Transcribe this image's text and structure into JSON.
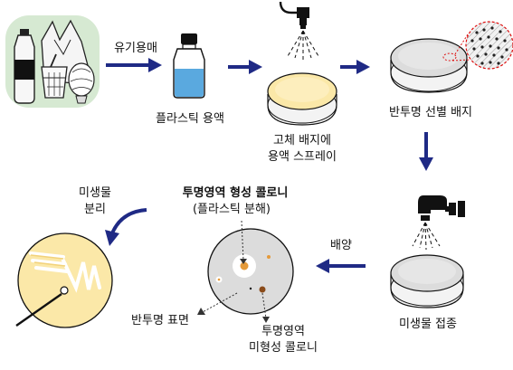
{
  "labels": {
    "organic_solvent": "유기용매",
    "plastic_solution": "플라스틱 용액",
    "solid_medium_line1": "고체 배지에",
    "solid_medium_line2": "용액 스프레이",
    "selective_medium": "반투명 선별 배지",
    "microbe_inoculation": "미생물 접종",
    "culture": "배양",
    "microbe_isolation_line1": "미생물",
    "microbe_isolation_line2": "분리",
    "clear_zone_title": "투명영역 형성 콜로니",
    "clear_zone_subtitle": "(플라스틱 분해)",
    "translucent_surface": "반투명 표면",
    "no_zone_line1": "투명영역",
    "no_zone_line2": "미형성 콜로니"
  },
  "colors": {
    "arrow": "#1f2a85",
    "bottle_liquid": "#5aa9df",
    "agar_yellow": "#fbe8a8",
    "agar_gray": "#dcdcdc",
    "plastic_bg": "#d6e9d2",
    "clear_zone": "#ffffff",
    "colony_orange": "#e59a3a",
    "colony_brown": "#8a4b1a"
  },
  "icons": [
    "plastic-waste-illustration",
    "solvent-bottle-icon",
    "spray-nozzle-icon",
    "yellow-agar-dish",
    "gray-agar-dish",
    "magnified-view",
    "culture-plate",
    "isolation-plate",
    "inoculation-loop"
  ]
}
